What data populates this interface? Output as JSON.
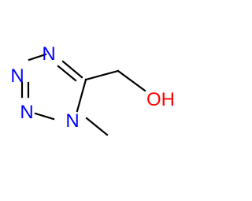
{
  "molecule": {
    "atoms": {
      "n_top": {
        "symbol": "N",
        "color": "#0000ff"
      },
      "n_left_top": {
        "symbol": "N",
        "color": "#0000ff"
      },
      "n_left_bottom": {
        "symbol": "N",
        "color": "#0000ff"
      },
      "n_methyl": {
        "symbol": "N",
        "color": "#0000ff"
      },
      "oh": {
        "symbol": "OH",
        "color": "#ff0000"
      }
    },
    "bond_color": "#000000"
  }
}
